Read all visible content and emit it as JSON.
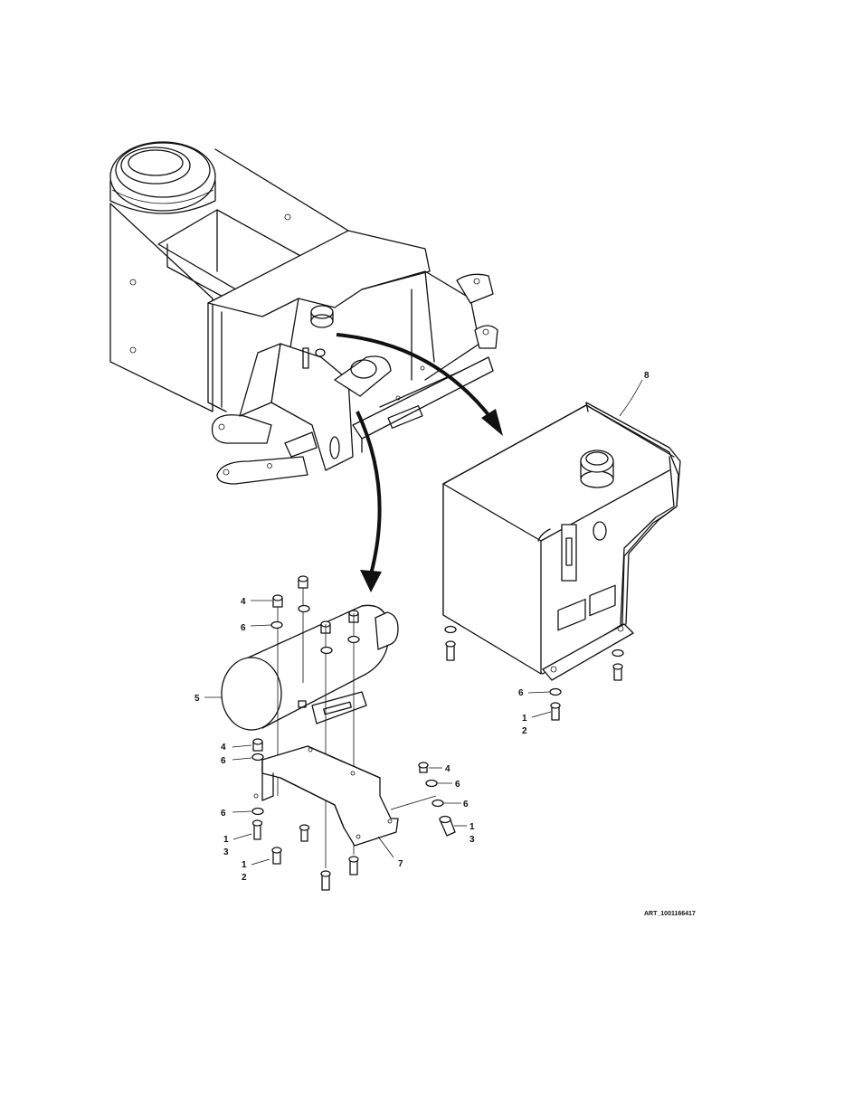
{
  "art_id": "ART_1001166417",
  "callouts": {
    "c8": "8",
    "c4a": "4",
    "c6a": "6",
    "c5": "5",
    "c4b": "4",
    "c6b": "6",
    "c6c": "6",
    "c1a": "1",
    "c3a": "3",
    "c1b": "1",
    "c2b": "2",
    "c7": "7",
    "c4c": "4",
    "c6d": "6",
    "c6e": "6",
    "c1c": "1",
    "c3c": "3",
    "c6f": "6",
    "c1d": "1",
    "c2d": "2"
  }
}
